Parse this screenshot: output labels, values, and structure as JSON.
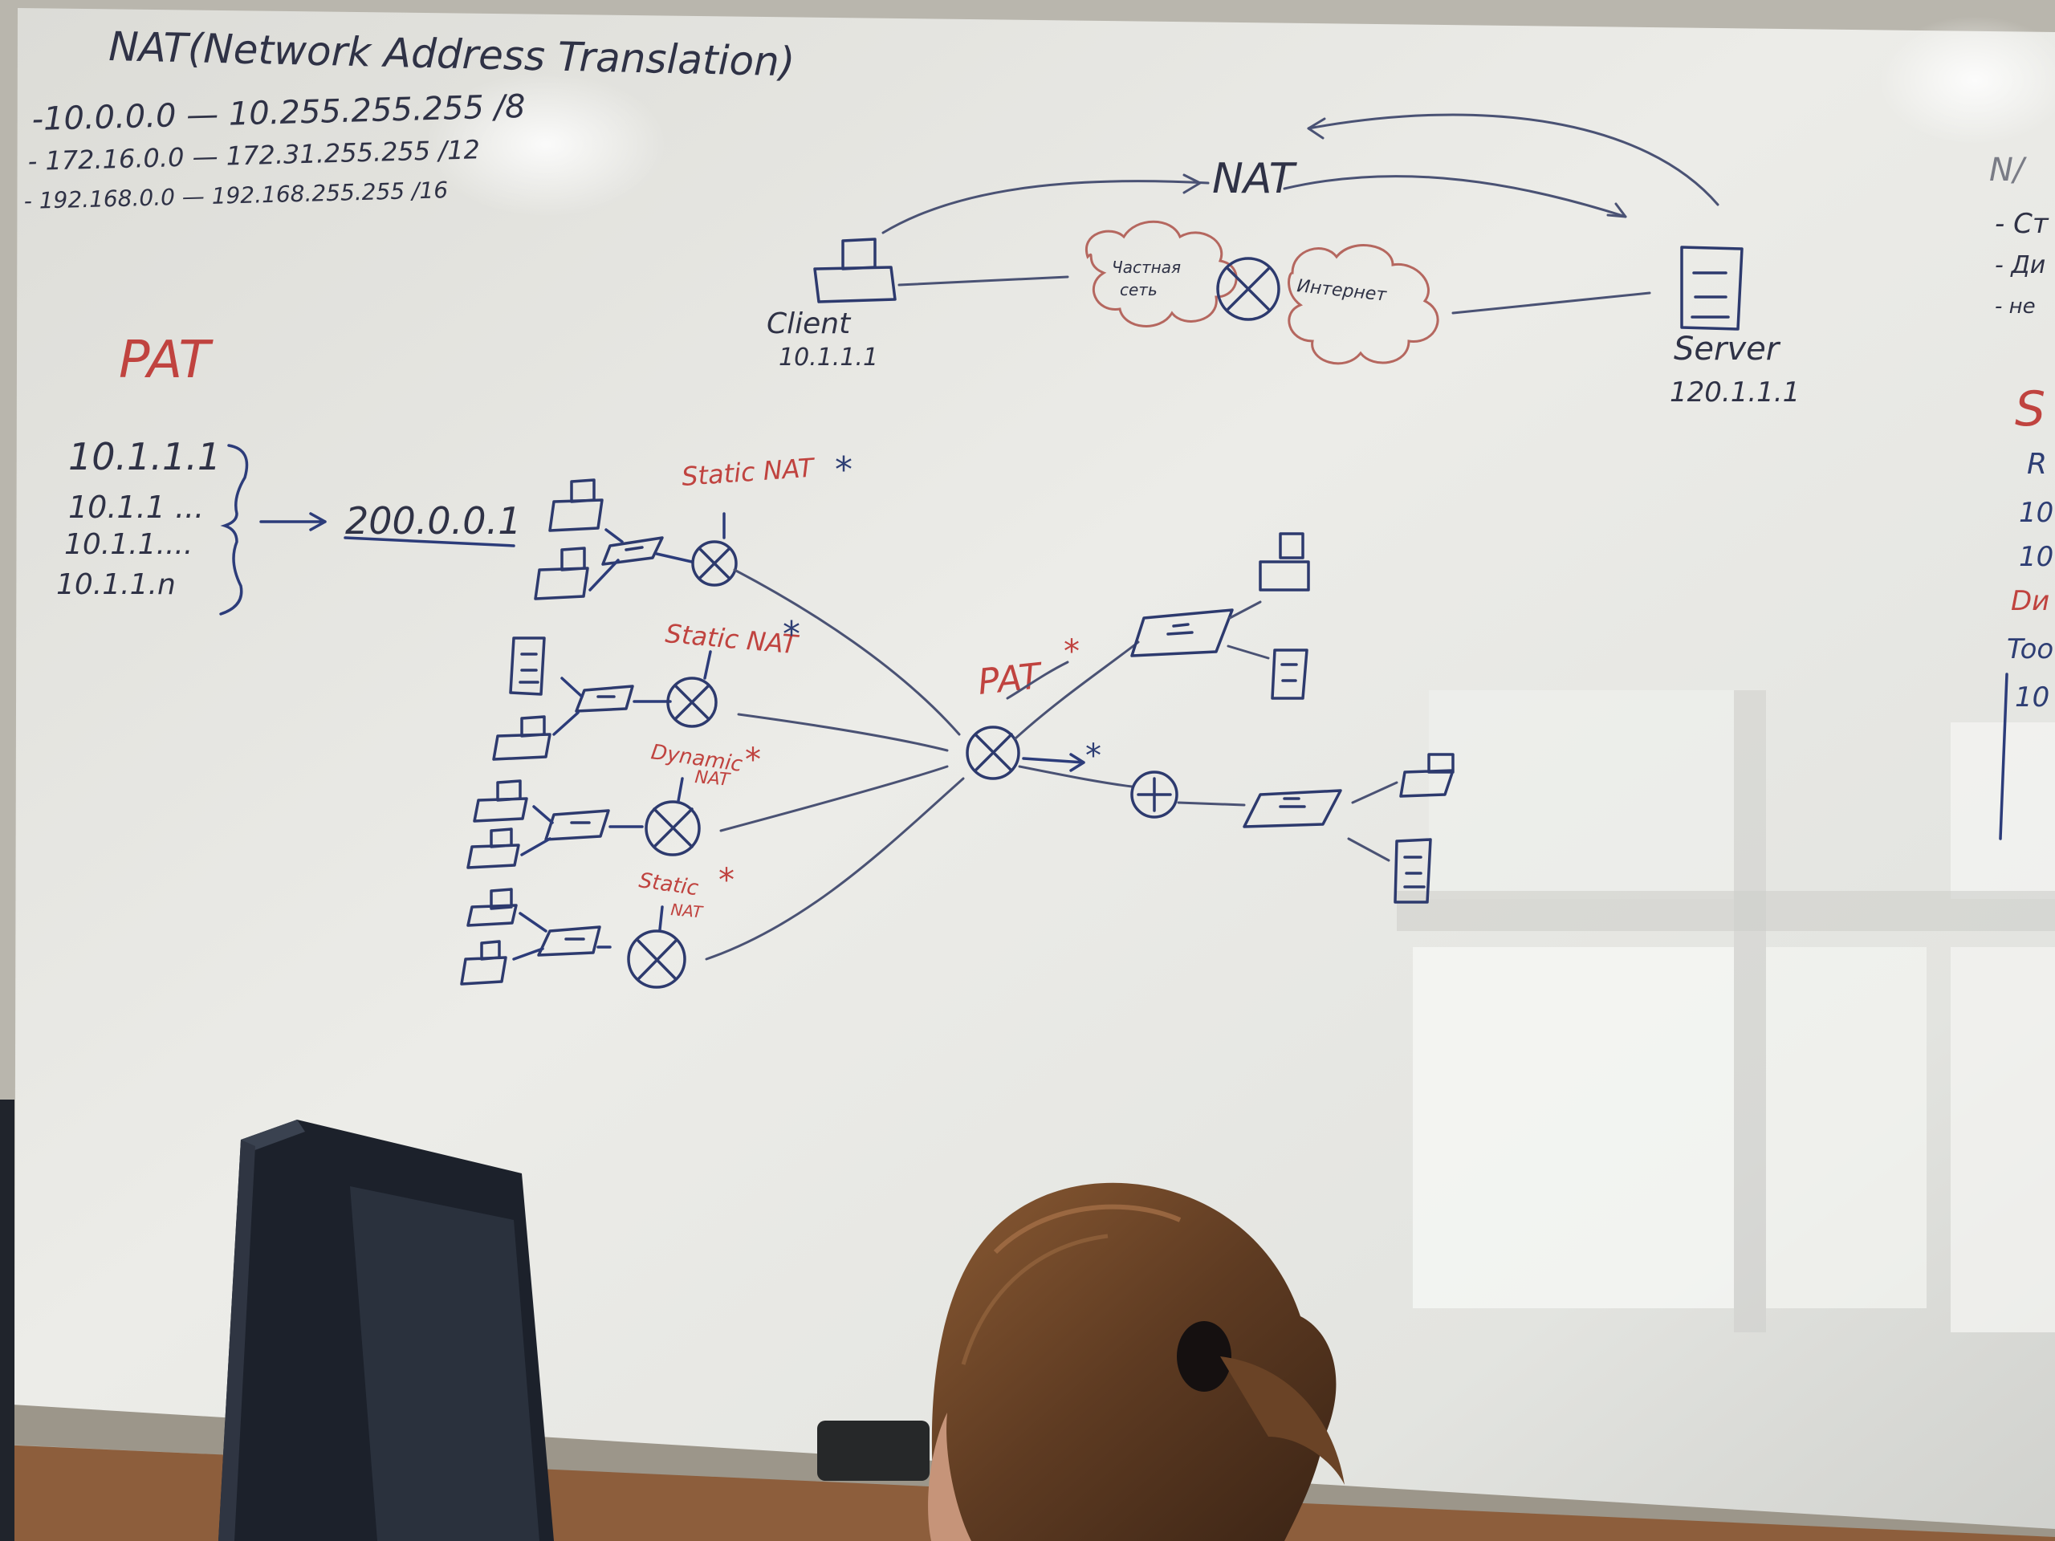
{
  "board": {
    "title": "NAT(Network Address Translation)",
    "ranges": [
      "-10.0.0.0 — 10.255.255.255 /8",
      "- 172.16.0.0 — 172.31.255.255 /12",
      "- 192.168.0.0 — 192.168.255.255 /16"
    ],
    "top_diagram": {
      "nat_label": "NAT",
      "client_label": "Client",
      "client_ip": "10.1.1.1",
      "local_net": [
        "Частная",
        "сеть"
      ],
      "internet": "Интернет",
      "server_label": "Server",
      "server_ip": "120.1.1.1"
    },
    "pat": {
      "heading": "PAT",
      "ips": [
        "10.1.1.1",
        "10.1.1 ...",
        "10.1.1....",
        "10.1.1.n"
      ],
      "public_ip": "200.0.0.1"
    },
    "network": {
      "labels": [
        "Static NAT",
        "Static NAT",
        "Dynamic",
        "NAT",
        "Static",
        "NAT",
        "PAT"
      ],
      "star": "*"
    },
    "right_edge": [
      "N/",
      "- Ст",
      "- Ди",
      "- не",
      "S",
      "R",
      "10",
      "10",
      "Dи",
      "Too",
      "10"
    ]
  },
  "colors": {
    "board": "#e9eae6",
    "blue_marker": "#2e3e74",
    "red_marker": "#c0433f",
    "frame": "#b9b6ad",
    "monitor": "#1f2530"
  }
}
